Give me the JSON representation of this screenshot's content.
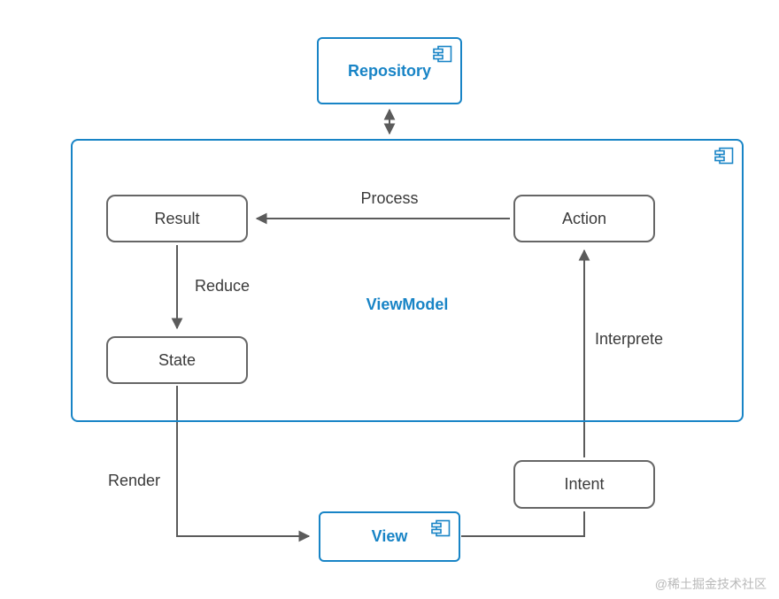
{
  "diagram": {
    "nodes": {
      "repository": "Repository",
      "viewmodel": "ViewModel",
      "result": "Result",
      "action": "Action",
      "state": "State",
      "intent": "Intent",
      "view": "View"
    },
    "edge_labels": {
      "process": "Process",
      "reduce": "Reduce",
      "interprete": "Interprete",
      "render": "Render"
    },
    "icons": {
      "component": "component-icon"
    },
    "watermark": "@稀土掘金技术社区",
    "colors": {
      "accent_blue": "#1884c6",
      "node_border_gray": "#666666",
      "arrow_gray": "#5b5b5b",
      "text_dark": "#3a3a3a",
      "watermark_gray": "#b9b9b9"
    }
  }
}
